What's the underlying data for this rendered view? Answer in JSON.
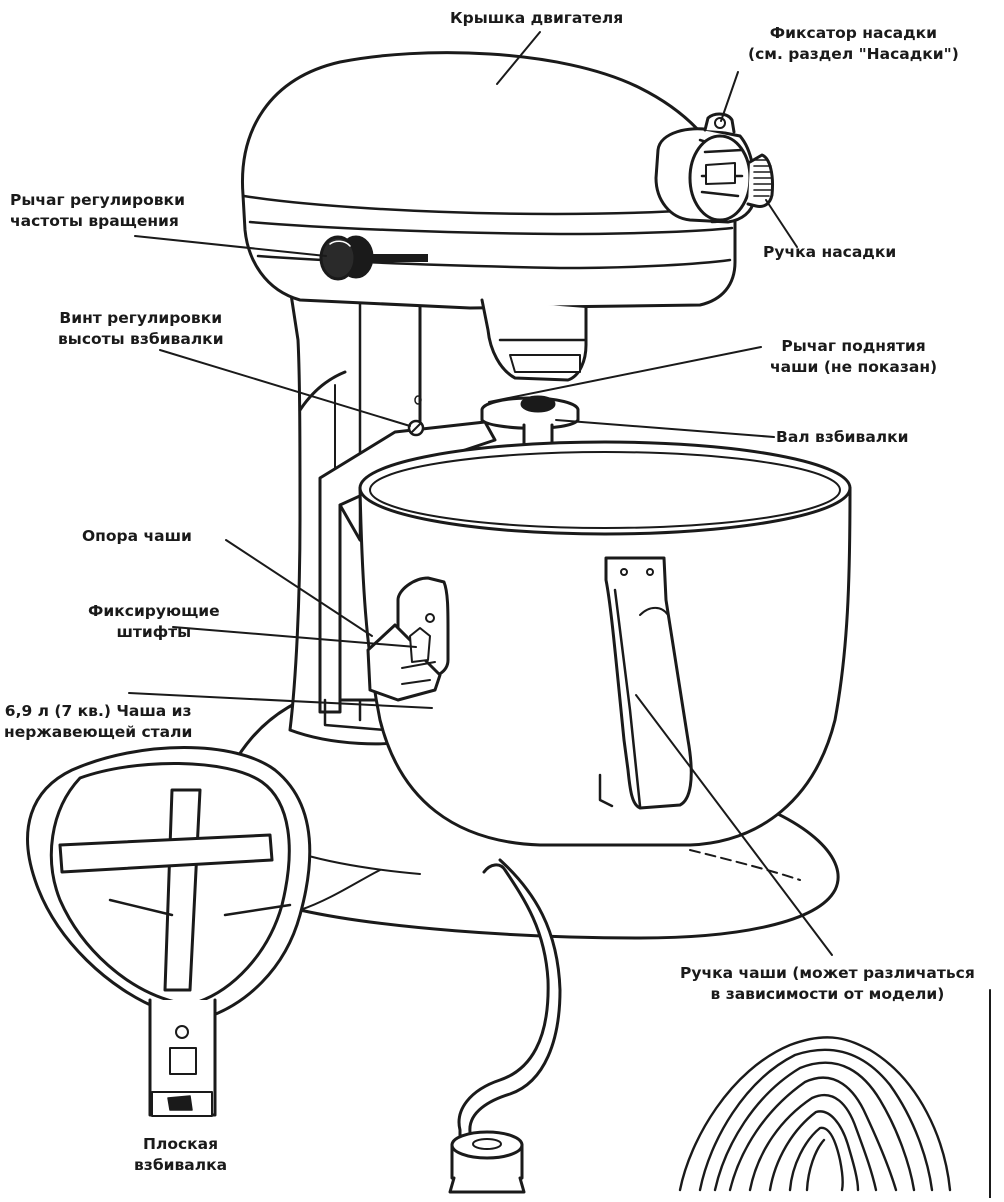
{
  "labels": {
    "motor_cover": [
      "Крышка двигателя"
    ],
    "attachment_lock": [
      "Фиксатор насадки",
      "(см. раздел \"Насадки\")"
    ],
    "attachment_knob": [
      "Ручка насадки"
    ],
    "speed_lever": [
      "Рычаг регулировки",
      "частоты вращения"
    ],
    "height_screw": [
      "Винт регулировки",
      "высоты взбивалки"
    ],
    "bowl_lift": [
      "Рычаг поднятия",
      "чаши (не показан)"
    ],
    "beater_shaft": [
      "Вал взбивалки"
    ],
    "bowl_support": [
      "Опора чаши"
    ],
    "locating_pins": [
      "Фиксирующие",
      "штифты"
    ],
    "bowl": [
      "6,9 л (7 кв.) Чаша из",
      "нержавеющей стали"
    ],
    "bowl_handle": [
      "Ручка чаши (может различаться",
      "в зависимости от модели)"
    ],
    "flat_beater": [
      "Плоская",
      "взбивалка"
    ]
  },
  "colors": {
    "ink": "#1a1a1a",
    "shade": "#3a3a3a",
    "paper": "#ffffff"
  }
}
